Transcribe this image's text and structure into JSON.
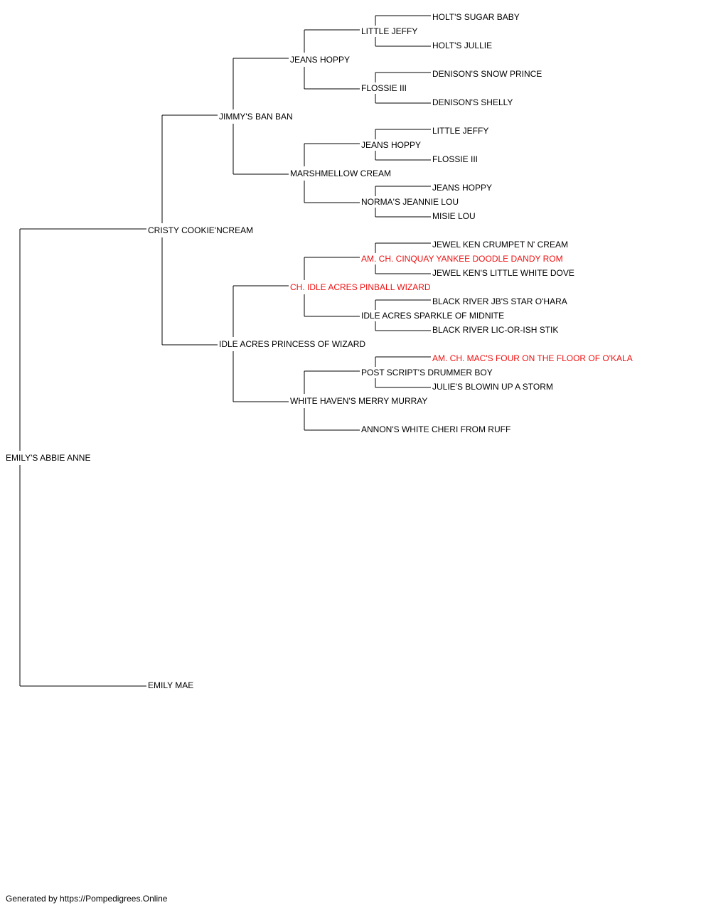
{
  "pedigree": {
    "subject": {
      "name": "EMILY'S ABBIE ANNE"
    },
    "sire": {
      "name": "CRISTY COOKIE'NCREAM"
    },
    "dam": {
      "name": "EMILY MAE"
    },
    "s_sire": {
      "name": "JIMMY'S BAN BAN"
    },
    "s_dam": {
      "name": "IDLE ACRES PRINCESS OF WIZARD"
    },
    "ss_sire": {
      "name": "JEANS HOPPY"
    },
    "ss_dam": {
      "name": "MARSHMELLOW CREAM"
    },
    "sd_sire": {
      "name": "CH. IDLE ACRES PINBALL WIZARD",
      "champion": true
    },
    "sd_dam": {
      "name": "WHITE HAVEN'S MERRY MURRAY"
    },
    "sss_sire": {
      "name": "LITTLE JEFFY"
    },
    "sss_dam": {
      "name": "FLOSSIE III"
    },
    "ssd_sire": {
      "name": "JEANS HOPPY"
    },
    "ssd_dam": {
      "name": "NORMA'S JEANNIE LOU"
    },
    "sds_sire": {
      "name": "AM. CH. CINQUAY YANKEE DOODLE DANDY ROM",
      "champion": true
    },
    "sds_dam": {
      "name": "IDLE ACRES SPARKLE OF MIDNITE"
    },
    "sdd_sire": {
      "name": "POST SCRIPT'S DRUMMER BOY"
    },
    "sdd_dam": {
      "name": "ANNON'S WHITE CHERI FROM RUFF"
    },
    "g1": {
      "name": "HOLT'S SUGAR BABY"
    },
    "g2": {
      "name": "HOLT'S JULLIE"
    },
    "g3": {
      "name": "DENISON'S SNOW PRINCE"
    },
    "g4": {
      "name": "DENISON'S SHELLY"
    },
    "g5": {
      "name": "LITTLE JEFFY"
    },
    "g6": {
      "name": "FLOSSIE III"
    },
    "g7": {
      "name": "JEANS HOPPY"
    },
    "g8": {
      "name": "MISIE LOU"
    },
    "g9": {
      "name": "JEWEL KEN CRUMPET N' CREAM"
    },
    "g10": {
      "name": "JEWEL KEN'S LITTLE WHITE DOVE"
    },
    "g11": {
      "name": "BLACK RIVER JB'S STAR O'HARA"
    },
    "g12": {
      "name": "BLACK RIVER LIC-OR-ISH STIK"
    },
    "g13": {
      "name": "AM. CH. MAC'S FOUR ON THE FLOOR OF O'KALA",
      "champion": true
    },
    "g14": {
      "name": "JULIE'S BLOWIN UP A STORM"
    }
  },
  "footer": {
    "text": "Generated by https://Pompedigrees.Online"
  },
  "colors": {
    "text": "#000000",
    "champion": "#ee1111",
    "lines": "#000000"
  }
}
